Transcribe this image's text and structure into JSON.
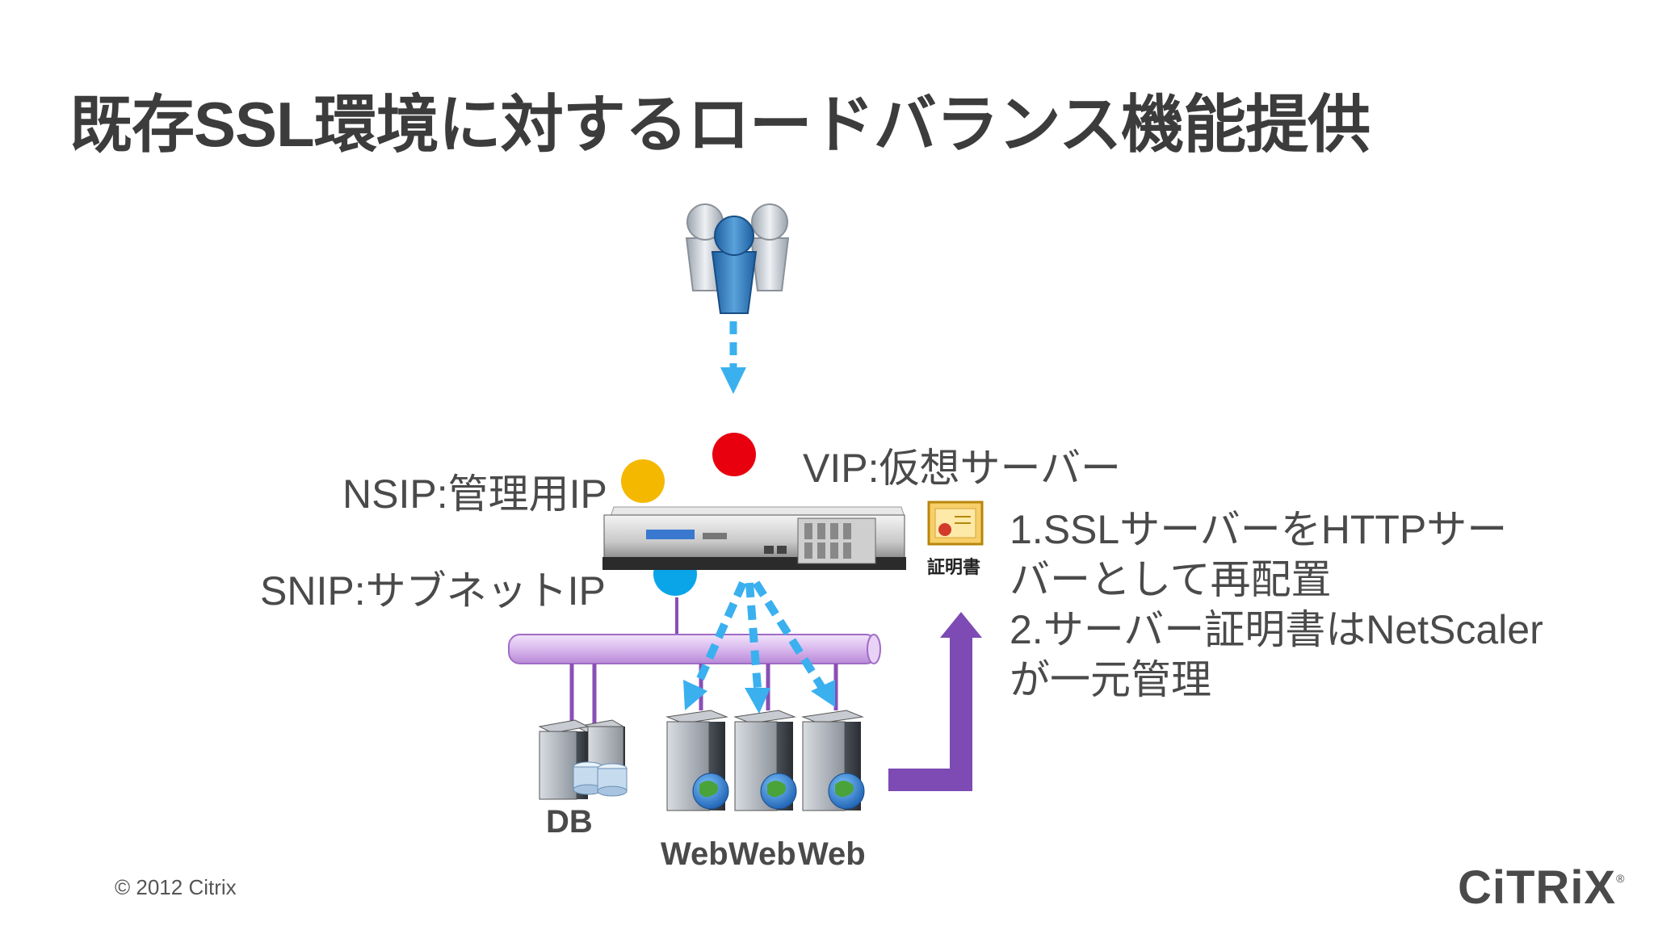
{
  "title": "既存SSL環境に対するロードバランス機能提供",
  "labels": {
    "vip": "VIP:仮想サーバー",
    "nsip": "NSIP:管理用IP",
    "snip": "SNIP:サブネットIP",
    "cert": "証明書",
    "db": "DB",
    "web": [
      "Web",
      "Web",
      "Web"
    ]
  },
  "description": {
    "lines": [
      "1.SSLサーバーをHTTPサー",
      "バーとして再配置",
      "2.サーバー証明書はNetScaler",
      "が一元管理"
    ]
  },
  "footer": {
    "copyright": "© 2012 Citrix"
  },
  "logo": {
    "text": "CiTRiX",
    "mark": "®"
  },
  "colors": {
    "vip_dot": "#e8000f",
    "nsip_dot": "#f5b800",
    "snip_dot": "#0aa5e8",
    "arrow_blue": "#3ab0ef",
    "bus_purple": "#8a4fb5",
    "arrow_purple": "#7d4bb3"
  },
  "icons": [
    "users-icon",
    "netscaler-appliance-icon",
    "certificate-icon",
    "db-server-icon",
    "web-server-icon",
    "globe-icon"
  ]
}
